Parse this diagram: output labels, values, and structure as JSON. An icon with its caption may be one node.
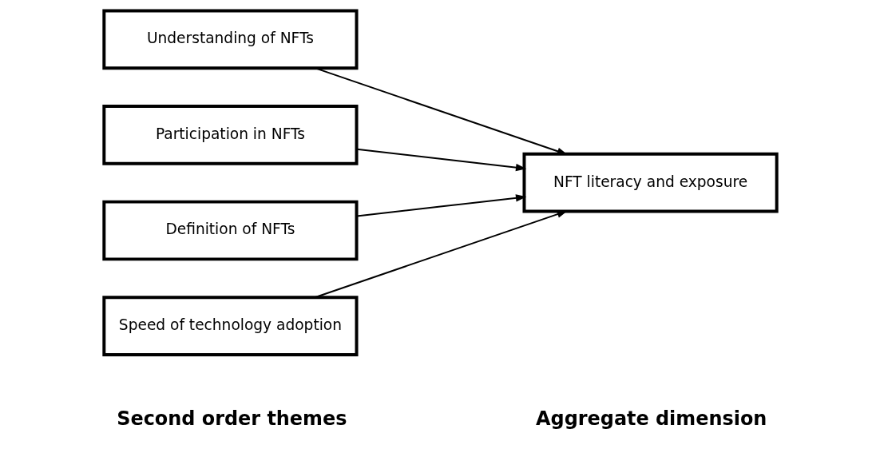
{
  "diagram": {
    "nodes": [
      {
        "text": [
          "Understanding of NFTs"
        ]
      },
      {
        "text": [
          "Participation in NFTs"
        ]
      },
      {
        "text": [
          "Definition of NFTs"
        ]
      },
      {
        "text": [
          "Speed of technology adoption"
        ]
      },
      {
        "text": [
          "NFT literacy and exposure"
        ]
      }
    ],
    "edges": [
      {
        "from": 0,
        "to": 4,
        "arrow": "to"
      },
      {
        "from": 1,
        "to": 4,
        "arrow": "to"
      },
      {
        "from": 2,
        "to": 4,
        "arrow": "to"
      },
      {
        "from": 3,
        "to": 4,
        "arrow": "to"
      }
    ],
    "labels": [
      "Second order themes",
      "Aggregate dimension"
    ]
  }
}
